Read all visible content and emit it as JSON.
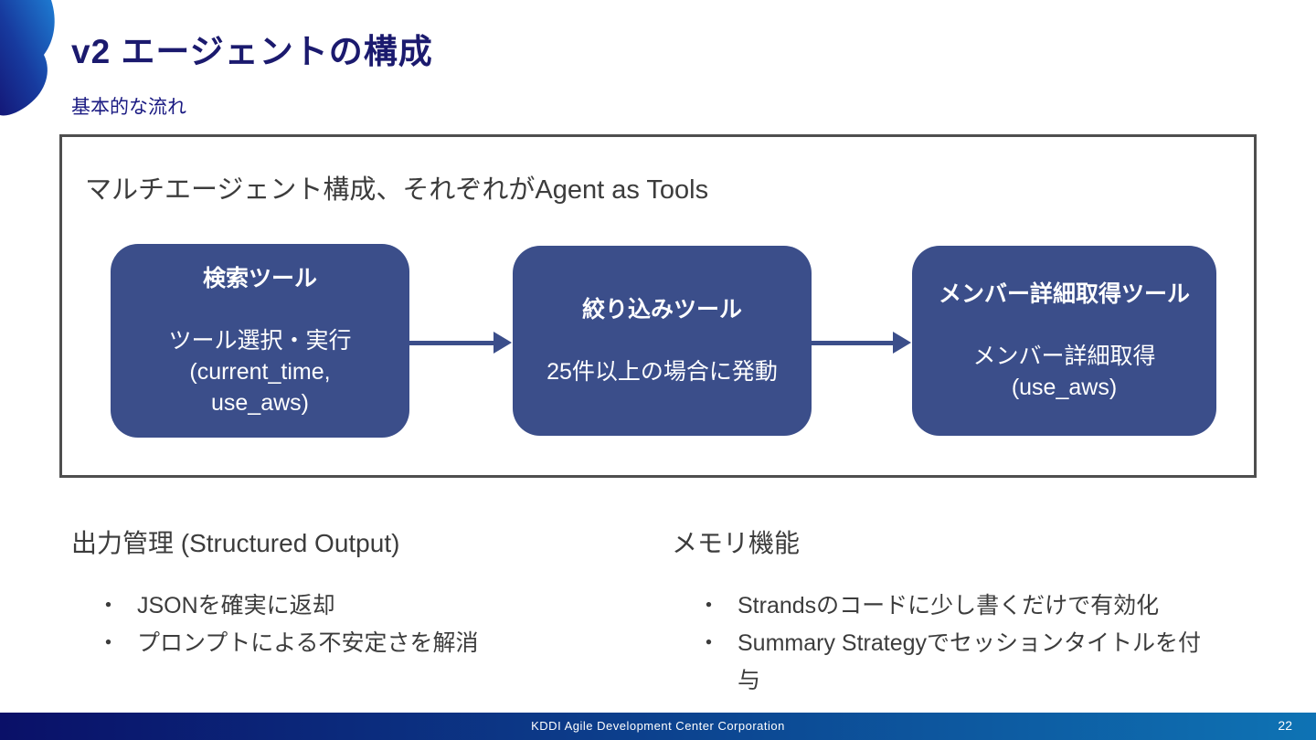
{
  "slide": {
    "title": "v2 エージェントの構成",
    "subtitle": "基本的な流れ"
  },
  "diagram": {
    "heading": "マルチエージェント構成、それぞれがAgent as Tools",
    "nodes": [
      {
        "title": "検索ツール",
        "body": "ツール選択・実行\n(current_time,\nuse_aws)"
      },
      {
        "title": "絞り込みツール",
        "body": "25件以上の場合に発動"
      },
      {
        "title": "メンバー詳細取得ツール",
        "body": "メンバー詳細取得\n(use_aws)"
      }
    ]
  },
  "sections": [
    {
      "heading": "出力管理 (Structured Output)",
      "bullets": [
        "JSONを確実に返却",
        "プロンプトによる不安定さを解消"
      ]
    },
    {
      "heading": "メモリ機能",
      "bullets": [
        "Strandsのコードに少し書くだけで有効化",
        "Summary Strategyでセッションタイトルを付与"
      ]
    }
  ],
  "bullet_char": "・",
  "footer": {
    "text": "KDDI Agile Development Center Corporation",
    "page": "22"
  },
  "colors": {
    "title_navy": "#1B1A6E",
    "subtitle_blue": "#1A1A82",
    "node_fill": "#3B4E8A",
    "frame_border": "#4E4E4E",
    "body_text": "#3C3C3C",
    "footer_gradient_left": "#0A1068",
    "footer_gradient_right": "#0E73B4",
    "logo_gradient_top": "#1E7CD2",
    "logo_gradient_bottom": "#141878"
  }
}
